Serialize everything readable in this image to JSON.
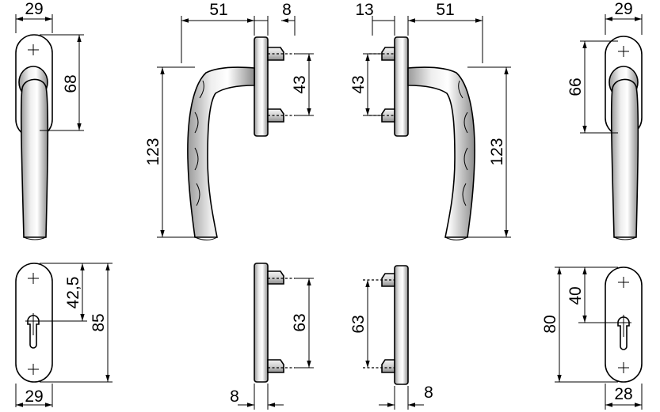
{
  "dimensions": {
    "top_left_width": "29",
    "top_left_height": "68",
    "side_left_projection": "51",
    "side_left_plate": "8",
    "side_left_height": "123",
    "side_left_spacing": "43",
    "side_right_plate": "13",
    "side_right_projection": "51",
    "side_right_spacing": "43",
    "side_right_height": "123",
    "top_right_width": "29",
    "top_right_height": "66",
    "bottom_left_half": "42,5",
    "bottom_left_height": "85",
    "bottom_left_width": "29",
    "bottom_mid_left_spacing": "63",
    "bottom_mid_left_thickness": "8",
    "bottom_mid_right_spacing": "63",
    "bottom_mid_right_thickness": "8",
    "bottom_right_height": "80",
    "bottom_right_upper": "40",
    "bottom_right_width": "28"
  }
}
